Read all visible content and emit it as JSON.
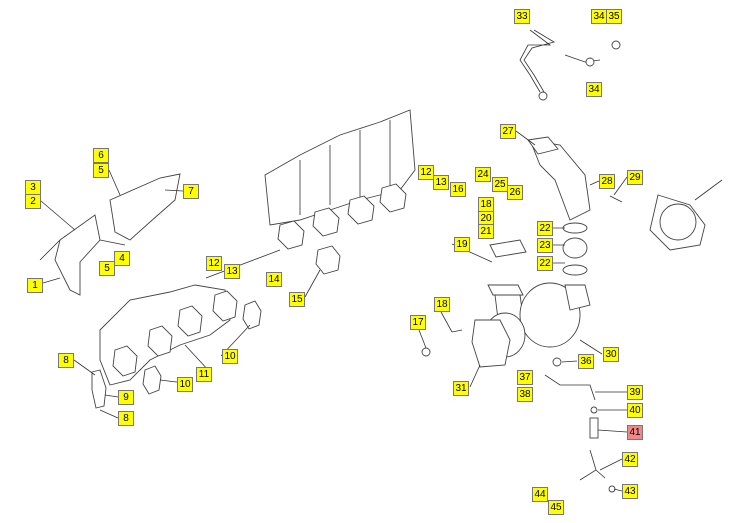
{
  "diagram": {
    "callouts": [
      "33",
      "34",
      "35",
      "34",
      "27",
      "6",
      "5",
      "3",
      "2",
      "7",
      "12",
      "13",
      "16",
      "24",
      "25",
      "26",
      "28",
      "29",
      "18",
      "20",
      "21",
      "22",
      "23",
      "22",
      "19",
      "4",
      "5",
      "1",
      "12",
      "13",
      "14",
      "15",
      "18",
      "17",
      "10",
      "30",
      "8",
      "11",
      "10",
      "36",
      "37",
      "31",
      "38",
      "39",
      "9",
      "40",
      "8",
      "41",
      "42",
      "43",
      "44",
      "45"
    ],
    "highlighted_callout": "41",
    "colors": {
      "callout": "#ffff00",
      "highlight": "#f08888"
    }
  }
}
